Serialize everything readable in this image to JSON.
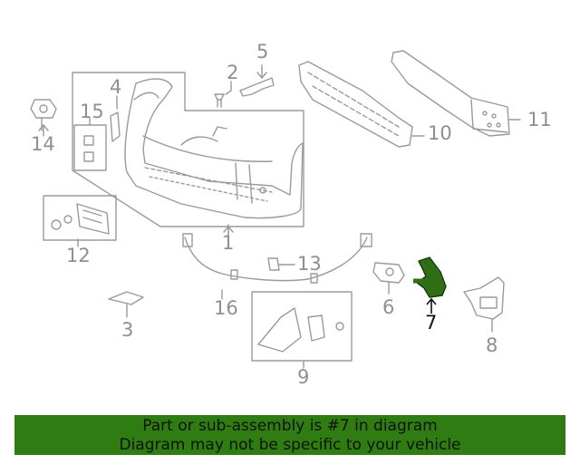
{
  "diagram": {
    "part_labels": {
      "p1": "1",
      "p2": "2",
      "p3": "3",
      "p4": "4",
      "p5": "5",
      "p6": "6",
      "p7": "7",
      "p8": "8",
      "p9": "9",
      "p10": "10",
      "p11": "11",
      "p12": "12",
      "p13": "13",
      "p14": "14",
      "p15": "15",
      "p16": "16"
    },
    "highlighted_part": "7",
    "colors": {
      "line": "#9a9a9a",
      "highlight": "#2e6e14",
      "banner": "#2f7d12"
    }
  },
  "banner": {
    "line1": "Part or sub-assembly is #7 in diagram",
    "line2": "Diagram may not be specific to your vehicle"
  }
}
